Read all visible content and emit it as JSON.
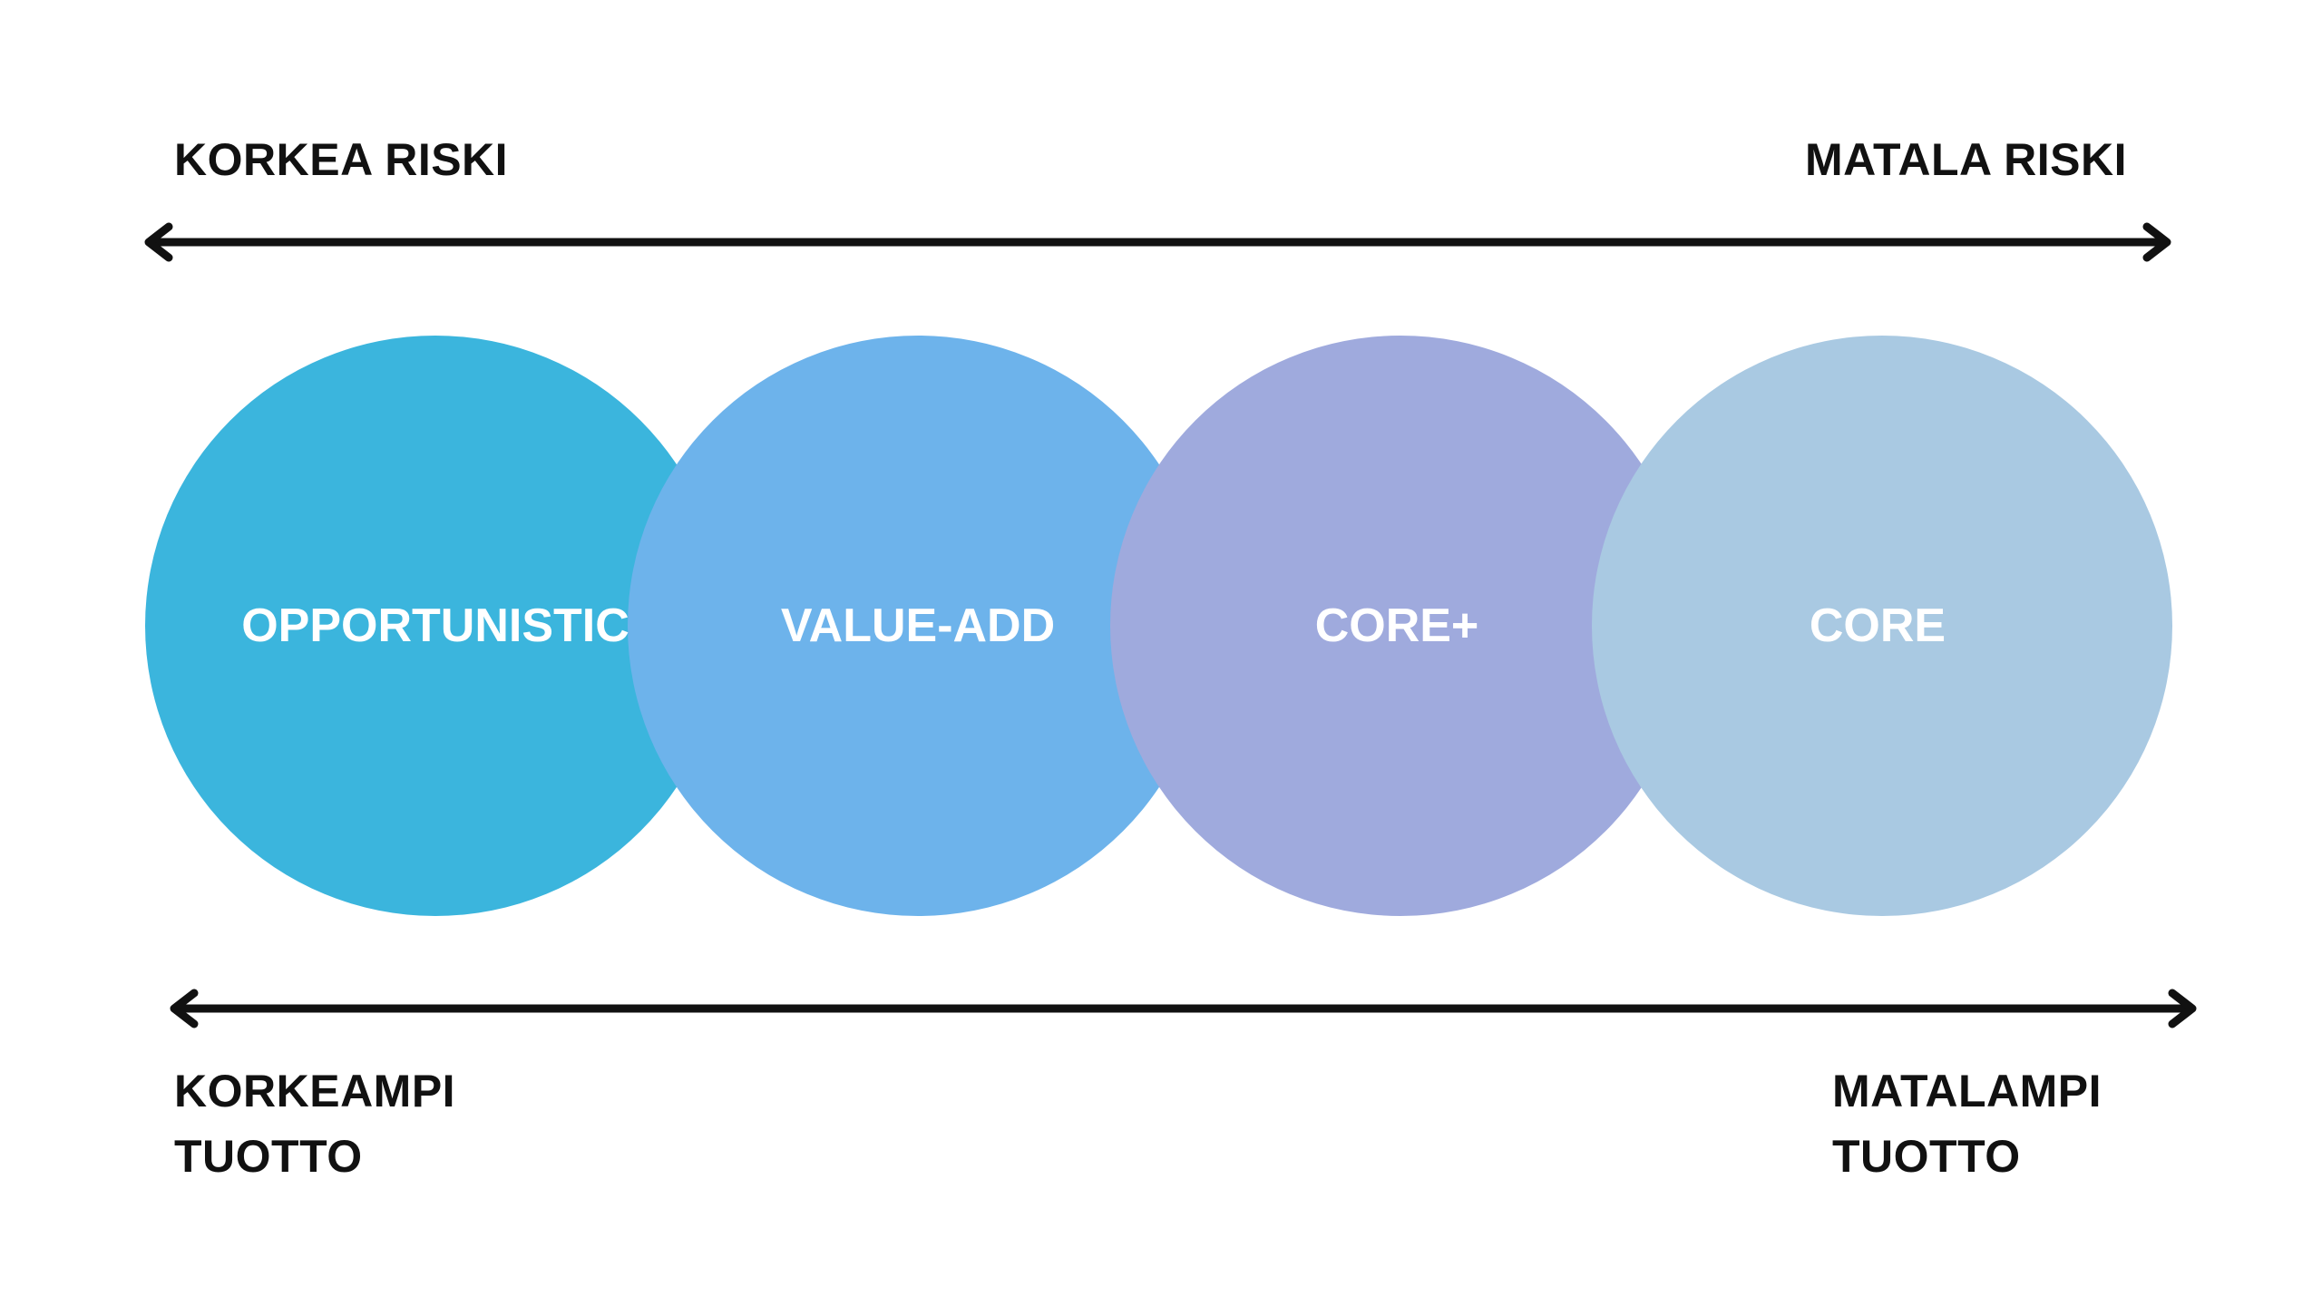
{
  "top_axis": {
    "left_label": "KORKEA RISKI",
    "right_label": "MATALA RISKI"
  },
  "bottom_axis": {
    "left_label_lines": [
      "KORKEAMPI",
      "TUOTTO"
    ],
    "right_label_lines": [
      "MATALAMPI",
      "TUOTTO"
    ]
  },
  "circles": [
    {
      "label": "OPPORTUNISTIC",
      "color": "#3bb5dd"
    },
    {
      "label": "VALUE-ADD",
      "color": "#6db3eb"
    },
    {
      "label": "CORE+",
      "color": "#9faadd"
    },
    {
      "label": "CORE",
      "color": "#a9c9e2"
    }
  ],
  "colors": {
    "text": "#111111",
    "arrow": "#111111",
    "circle_text": "#ffffff",
    "background": "#ffffff"
  }
}
